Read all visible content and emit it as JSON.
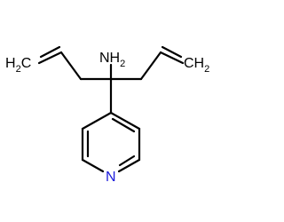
{
  "molecule": {
    "atom_labels": {
      "amine_main": "NH",
      "amine_sub": "2",
      "left_ch2_main": "H",
      "left_ch2_sub": "2",
      "left_ch2_c": "C",
      "right_ch2_main": "CH",
      "right_ch2_sub": "2",
      "pyridine_n": "N"
    },
    "colors": {
      "bond": "#000000",
      "carbon_label": "#000000",
      "nitrogen_ring": "#1a1adc"
    }
  }
}
